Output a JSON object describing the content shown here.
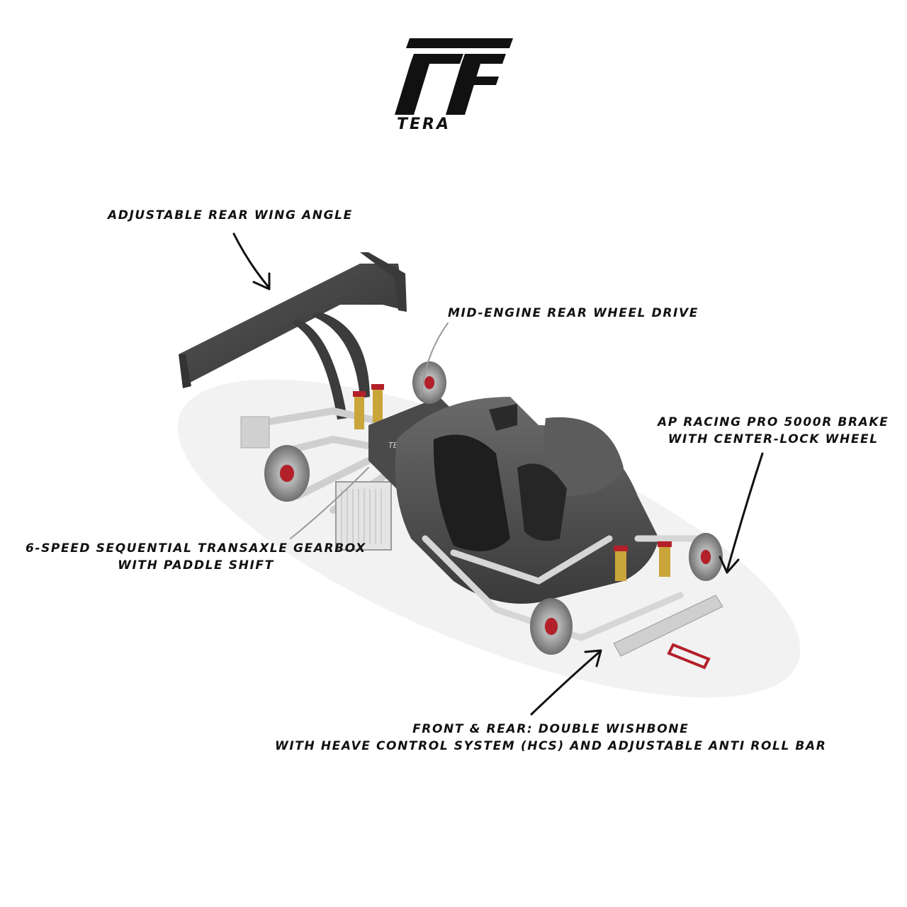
{
  "brand": {
    "name": "TERA",
    "primary_color": "#111111"
  },
  "callouts": {
    "rear_wing": "ADJUSTABLE REAR WING ANGLE",
    "drive": "MID-ENGINE REAR WHEEL DRIVE",
    "brake_line1": "AP RACING PRO 5000R BRAKE",
    "brake_line2": "WITH CENTER-LOCK WHEEL",
    "gearbox_line1": "6-SPEED SEQUENTIAL TRANSAXLE GEARBOX",
    "gearbox_line2": "WITH PADDLE SHIFT",
    "suspension_line1": "FRONT & REAR: DOUBLE WISHBONE",
    "suspension_line2": "WITH HEAVE CONTROL SYSTEM (HCS) AND ADJUSTABLE ANTI ROLL BAR"
  },
  "illustration": {
    "subject": "race-car-chassis-render",
    "engine_badge": "TERA",
    "colors": {
      "carbon": "#4a4a4a",
      "carbon_dark": "#2e2e2e",
      "frame": "#d9d9d9",
      "spring": "#c9a53a",
      "brake_accent": "#b3202a"
    }
  }
}
